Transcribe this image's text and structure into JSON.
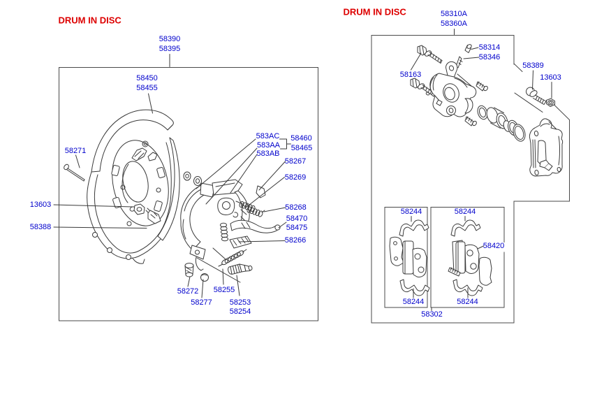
{
  "colors": {
    "label_blue": "#0000CC",
    "title_red": "#DD0000",
    "line": "#3a3a3a",
    "background": "#ffffff"
  },
  "left_panel": {
    "title": "DRUM IN DISC",
    "labels": [
      {
        "part": "58390"
      },
      {
        "part": "58395"
      },
      {
        "part": "58450"
      },
      {
        "part": "58455"
      },
      {
        "part": "58271"
      },
      {
        "part": "13603"
      },
      {
        "part": "58388"
      },
      {
        "part": "583AC"
      },
      {
        "part": "583AA"
      },
      {
        "part": "583AB"
      },
      {
        "part": "58460"
      },
      {
        "part": "58465"
      },
      {
        "part": "58267"
      },
      {
        "part": "58269"
      },
      {
        "part": "58268"
      },
      {
        "part": "58470"
      },
      {
        "part": "58475"
      },
      {
        "part": "58266"
      },
      {
        "part": "58272"
      },
      {
        "part": "58277"
      },
      {
        "part": "58255"
      },
      {
        "part": "58253"
      },
      {
        "part": "58254"
      }
    ]
  },
  "right_panel": {
    "title": "DRUM IN DISC",
    "labels": [
      {
        "part": "58310A"
      },
      {
        "part": "58360A"
      },
      {
        "part": "58314"
      },
      {
        "part": "58346"
      },
      {
        "part": "58163"
      },
      {
        "part": "58389"
      },
      {
        "part": "13603"
      },
      {
        "part": "58244"
      },
      {
        "part": "58244"
      },
      {
        "part": "58244"
      },
      {
        "part": "58244"
      },
      {
        "part": "58420"
      },
      {
        "part": "58302"
      }
    ]
  }
}
